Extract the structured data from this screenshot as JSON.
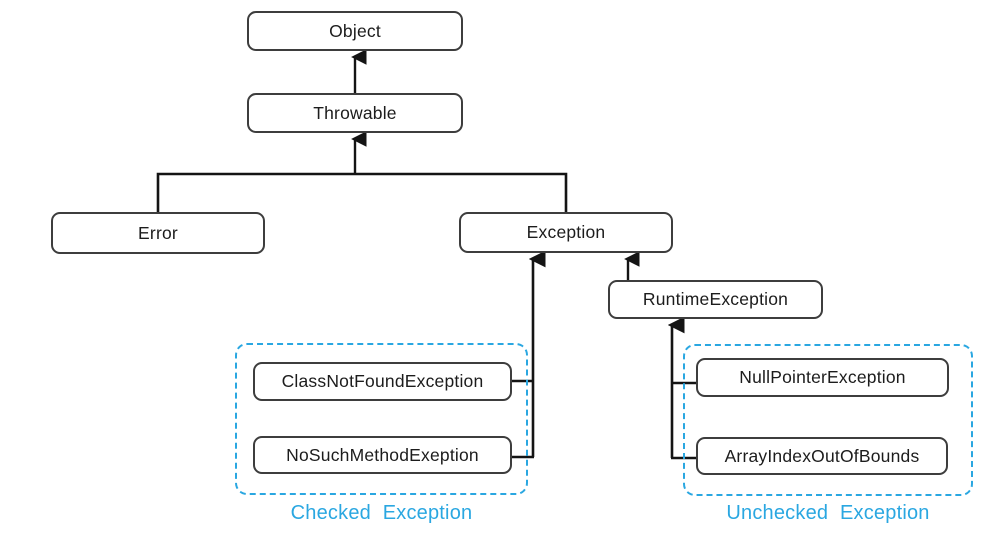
{
  "diagram": {
    "type": "class-hierarchy",
    "nodes": {
      "object": {
        "label": "Object"
      },
      "throwable": {
        "label": "Throwable"
      },
      "error": {
        "label": "Error"
      },
      "exception": {
        "label": "Exception"
      },
      "runtime": {
        "label": "RuntimeException"
      },
      "cnf": {
        "label": "ClassNotFoundException"
      },
      "nsm": {
        "label": "NoSuchMethodExeption"
      },
      "npe": {
        "label": "NullPointerException"
      },
      "aiob": {
        "label": "ArrayIndexOutOfBounds"
      }
    },
    "groups": {
      "checked": {
        "label": "Checked Exception"
      },
      "unchecked": {
        "label": "Unchecked Exception"
      }
    },
    "edges": [
      {
        "from": "Throwable",
        "to": "Object"
      },
      {
        "from": "Error",
        "to": "Throwable"
      },
      {
        "from": "Exception",
        "to": "Throwable"
      },
      {
        "from": "RuntimeException",
        "to": "Exception"
      },
      {
        "from": "ClassNotFoundException",
        "to": "Exception"
      },
      {
        "from": "NoSuchMethodExeption",
        "to": "Exception"
      },
      {
        "from": "NullPointerException",
        "to": "RuntimeException"
      },
      {
        "from": "ArrayIndexOutOfBounds",
        "to": "RuntimeException"
      }
    ],
    "colors": {
      "box_border": "#3d3d3d",
      "text": "#1c1c1c",
      "line": "#141414",
      "group_accent": "#2aa7e1",
      "background": "#ffffff"
    }
  }
}
